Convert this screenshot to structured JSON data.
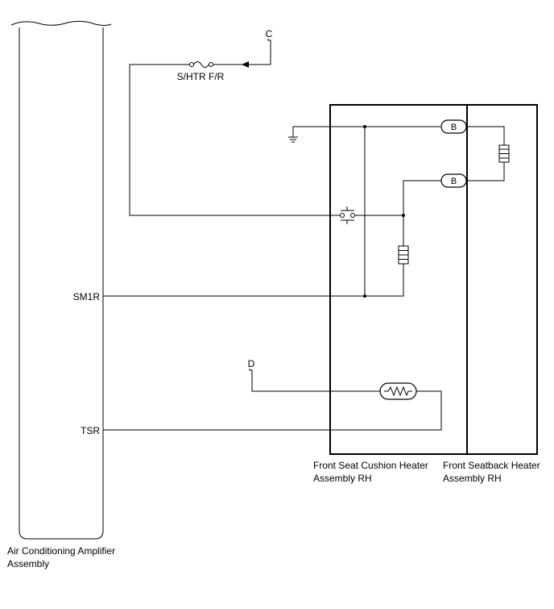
{
  "connectors": {
    "c": "C",
    "d": "D",
    "b_top": "B",
    "b_bottom": "B"
  },
  "fuse": {
    "label": "S/HTR F/R"
  },
  "terminals": {
    "sm1r": "SM1R",
    "tsr": "TSR"
  },
  "components": {
    "cushion_heater": {
      "line1": "Front Seat Cushion Heater",
      "line2": "Assembly RH"
    },
    "seatback_heater": {
      "line1": "Front Seatback Heater",
      "line2": "Assembly RH"
    },
    "ac_amplifier": {
      "line1": "Air Conditioning Amplifier",
      "line2": "Assembly"
    }
  },
  "colors": {
    "line": "#000000",
    "background": "#ffffff"
  }
}
